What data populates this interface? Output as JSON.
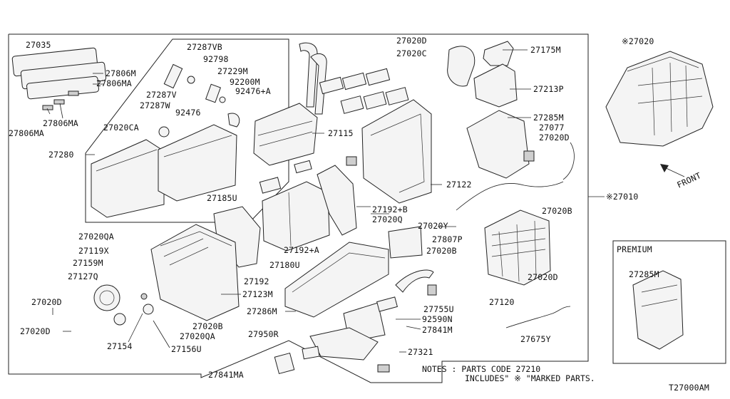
{
  "diagram": {
    "drawing_code": "T27000AM",
    "notes": {
      "line1": "NOTES : PARTS CODE  27210",
      "line2": "INCLUDES\" ※ \"MARKED PARTS."
    },
    "premium_label": "PREMIUM",
    "front_label": "FRONT",
    "labels": {
      "p27035": "27035",
      "p27806M": "27806M",
      "p27806MA_a": "27806MA",
      "p27806MA_b": "27806MA",
      "p27806MA_c": "27806MA",
      "p27287VB": "27287VB",
      "p92798": "92798",
      "p27229M": "27229M",
      "p92200M": "92200M",
      "p92476A": "92476+A",
      "p27287V": "27287V",
      "p27287W": "27287W",
      "p92476": "92476",
      "p27020CA": "27020CA",
      "p27280": "27280",
      "p27115": "27115",
      "p27020D_top": "27020D",
      "p27020C": "27020C",
      "p27175M": "27175M",
      "p27213P": "27213P",
      "p27285M": "27285M",
      "p27077": "27077",
      "p27020D_r": "27020D",
      "p27122": "27122",
      "p27185U": "27185U",
      "p27192B": "27192+B",
      "p27020Q": "27020Q",
      "p27020Y": "27020Y",
      "p27020B_r": "27020B",
      "p27807P": "27807P",
      "p27020B_m": "27020B",
      "p27192A": "27192+A",
      "p27180U": "27180U",
      "p27192": "27192",
      "p27020QA": "27020QA",
      "p27119X": "27119X",
      "p27159M": "27159M",
      "p27127Q": "27127Q",
      "p27123M": "27123M",
      "p27020D_l1": "27020D",
      "p27020D_l2": "27020D",
      "p27286M": "27286M",
      "p27020B_b": "27020B",
      "p27020QA_b": "27020QA",
      "p27154": "27154",
      "p27156U": "27156U",
      "p27950R": "27950R",
      "p27841MA": "27841MA",
      "p27321": "27321",
      "p27841M": "27841M",
      "p92590N": "92590N",
      "p27755U": "27755U",
      "p27120": "27120",
      "p27020D_b": "27020D",
      "p27675Y": "27675Y",
      "p27010": "※27010",
      "p27020star": "※27020",
      "p27285M_prem": "27285M"
    }
  }
}
